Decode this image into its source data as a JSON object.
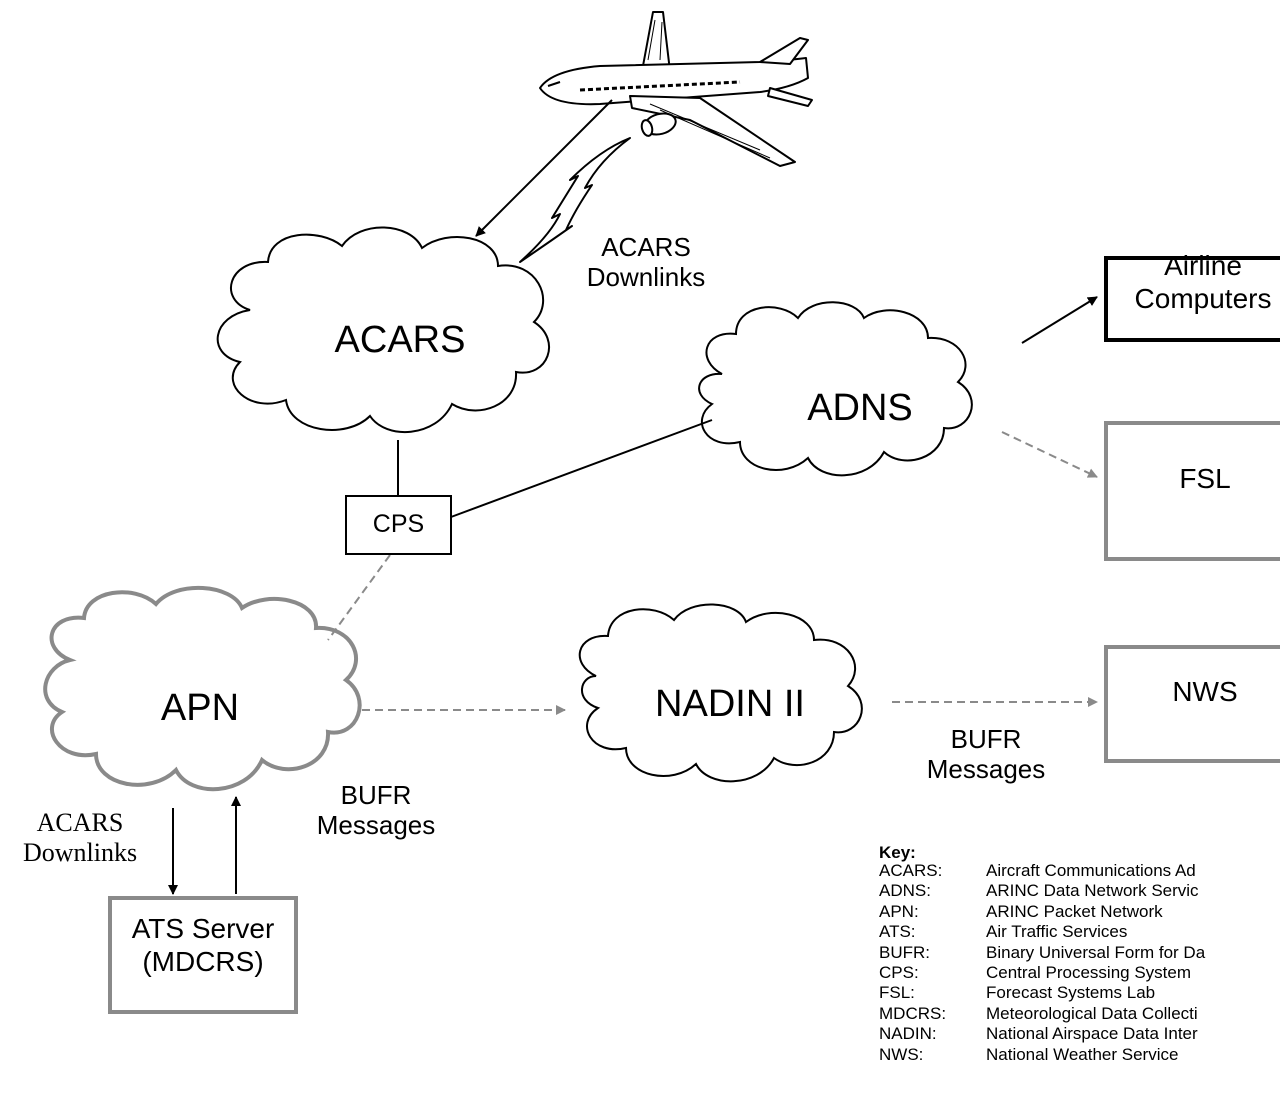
{
  "nodes": {
    "acars": "ACARS",
    "adns": "ADNS",
    "apn": "APN",
    "nadin": "NADIN II",
    "cps": "CPS",
    "airline_line1": "Airline",
    "airline_line2": "Computers",
    "fsl": "FSL",
    "nws": "NWS",
    "ats_line1": "ATS Server",
    "ats_line2": "(MDCRS)"
  },
  "edge_labels": {
    "acars_downlinks_top_line1": "ACARS",
    "acars_downlinks_top_line2": "Downlinks",
    "acars_downlinks_left_line1": "ACARS",
    "acars_downlinks_left_line2": "Downlinks",
    "bufr_left_line1": "BUFR",
    "bufr_left_line2": "Messages",
    "bufr_right_line1": "BUFR",
    "bufr_right_line2": "Messages"
  },
  "key": {
    "title": "Key:",
    "entries": [
      {
        "abbr": "ACARS:",
        "def": "Aircraft Communications Ad"
      },
      {
        "abbr": "ADNS:",
        "def": "ARINC Data Network Servic"
      },
      {
        "abbr": "APN:",
        "def": "ARINC Packet Network"
      },
      {
        "abbr": "ATS:",
        "def": "Air Traffic Services"
      },
      {
        "abbr": "BUFR:",
        "def": "Binary Universal Form for Da"
      },
      {
        "abbr": "CPS:",
        "def": "Central Processing System"
      },
      {
        "abbr": "FSL:",
        "def": "Forecast Systems Lab"
      },
      {
        "abbr": "MDCRS:",
        "def": "Meteorological Data Collecti"
      },
      {
        "abbr": "NADIN:",
        "def": "National Airspace Data Inter"
      },
      {
        "abbr": "NWS:",
        "def": "National Weather Service"
      }
    ]
  },
  "colors": {
    "primary": "#000000",
    "secondary": "#8a8a8a"
  },
  "icons": [
    "airplane-icon",
    "lightning-bolt-icon"
  ]
}
